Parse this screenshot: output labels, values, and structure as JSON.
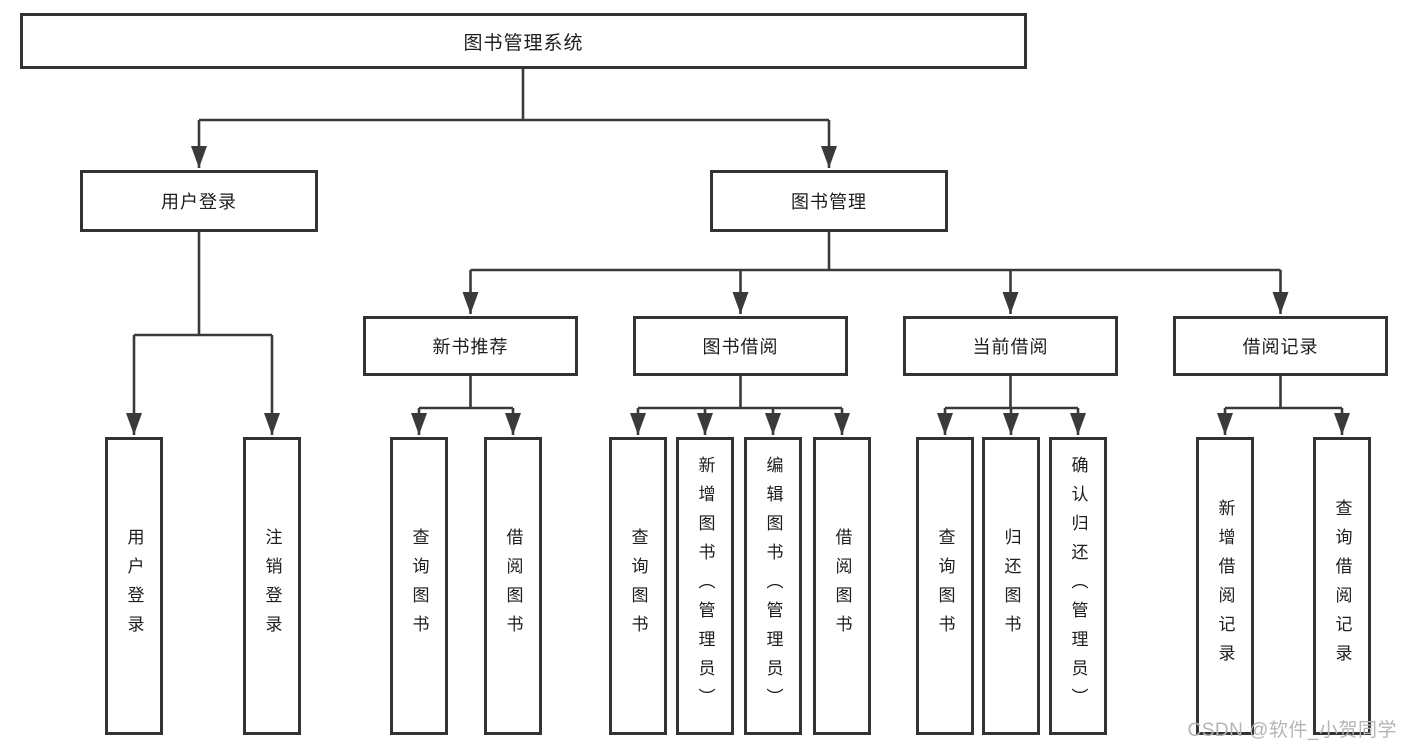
{
  "title": "图书管理系统",
  "level2": {
    "user_login": "用户登录",
    "book_mgmt": "图书管理"
  },
  "level3": {
    "new_books": "新书推荐",
    "borrowing": "图书借阅",
    "current": "当前借阅",
    "records": "借阅记录"
  },
  "leaves": {
    "login": [
      "用户登录",
      "注销登录"
    ],
    "new_books": [
      "查询图书",
      "借阅图书"
    ],
    "borrowing": [
      "查询图书",
      "新增图书（管理员）",
      "编辑图书（管理员）",
      "借阅图书"
    ],
    "current": [
      "查询图书",
      "归还图书",
      "确认归还（管理员）"
    ],
    "records": [
      "新增借阅记录",
      "查询借阅记录"
    ]
  },
  "watermark": "CSDN @软件_小贺同学",
  "colors": {
    "line": "#3a3a3a",
    "box_border": "#333333",
    "text": "#1d1d1d",
    "watermark": "#b5b5b5",
    "background": "#ffffff"
  }
}
